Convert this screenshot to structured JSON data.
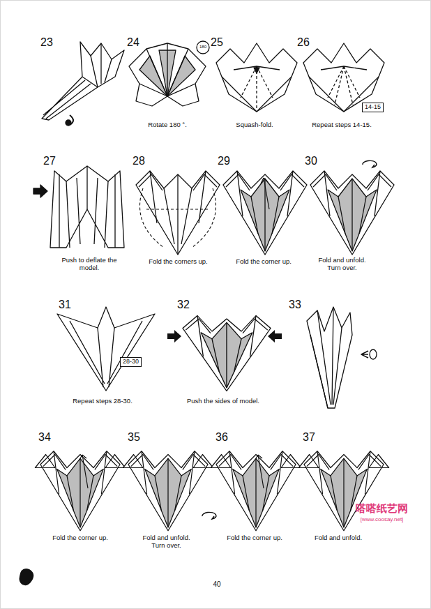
{
  "diagram": {
    "nodes": [
      {
        "text": [
          "14-15"
        ]
      },
      {
        "text": [
          "28-30"
        ]
      }
    ],
    "labels": [
      "23",
      "24",
      "25",
      "26",
      "Rotate 180 °.",
      "180",
      "Squash-fold.",
      "Repeat steps 14-15.",
      "27",
      "28",
      "29",
      "30",
      "Push to deflate the model.",
      "Fold the corners up.",
      "Fold the corner up.",
      "Fold and unfold. Turn over.",
      "31",
      "32",
      "33",
      "Repeat steps 28-30.",
      "Push the sides of model.",
      "34",
      "35",
      "36",
      "37",
      "Fold the corner up.",
      "Fold and unfold. Turn over.",
      "Fold the corner up.",
      "Fold and unfold.",
      "嗒嗒纸艺网",
      "[www.coosay.net]",
      "40"
    ]
  }
}
